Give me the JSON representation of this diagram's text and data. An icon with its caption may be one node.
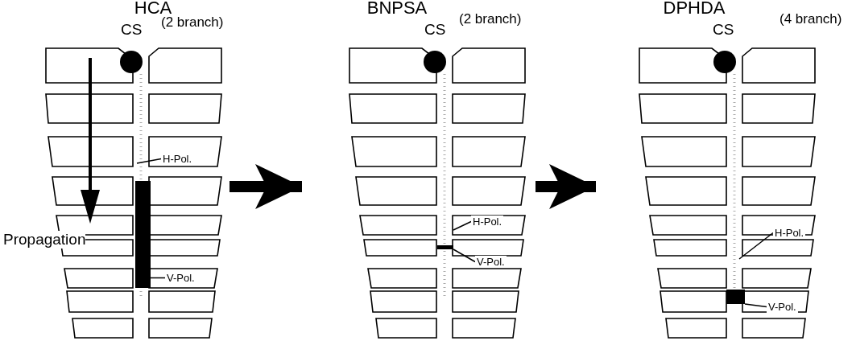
{
  "diagram": {
    "nodes": [
      {
        "text": [
          "HCA"
        ]
      },
      {
        "text": [
          "H-Pol."
        ],
        "in": 0
      },
      {
        "text": [
          "V-Pol."
        ],
        "in": 0
      },
      {
        "text": [],
        "shape": "bar",
        "in": 0
      },
      {
        "text": [
          "BNPSA"
        ]
      },
      {
        "text": [
          "H-Pol."
        ],
        "in": 4
      },
      {
        "text": [
          "V-Pol."
        ],
        "in": 4
      },
      {
        "text": [],
        "shape": "bar",
        "in": 4
      },
      {
        "text": [
          "DPHDA"
        ]
      },
      {
        "text": [
          "H-Pol."
        ],
        "in": 8
      },
      {
        "text": [
          "V-Pol."
        ],
        "in": 8
      },
      {
        "text": [],
        "shape": "bar",
        "in": 8
      }
    ],
    "edges": [
      {
        "from": 0,
        "to": 4,
        "arrow": "to",
        "style": "thick"
      },
      {
        "from": 4,
        "to": 8,
        "arrow": "to",
        "style": "thick"
      },
      {
        "from": 1,
        "to": null,
        "arrow": "none"
      },
      {
        "from": 2,
        "to": 3,
        "arrow": "none"
      },
      {
        "from": 5,
        "to": null,
        "arrow": "none"
      },
      {
        "from": 6,
        "to": 7,
        "arrow": "none"
      },
      {
        "from": 9,
        "to": null,
        "arrow": "none"
      },
      {
        "from": 10,
        "to": 11,
        "arrow": "none"
      }
    ],
    "labels": [
      "CS",
      "(2 branch)",
      "Propagation",
      "CS",
      "(2 branch)",
      "CS",
      "(4 branch)"
    ]
  }
}
